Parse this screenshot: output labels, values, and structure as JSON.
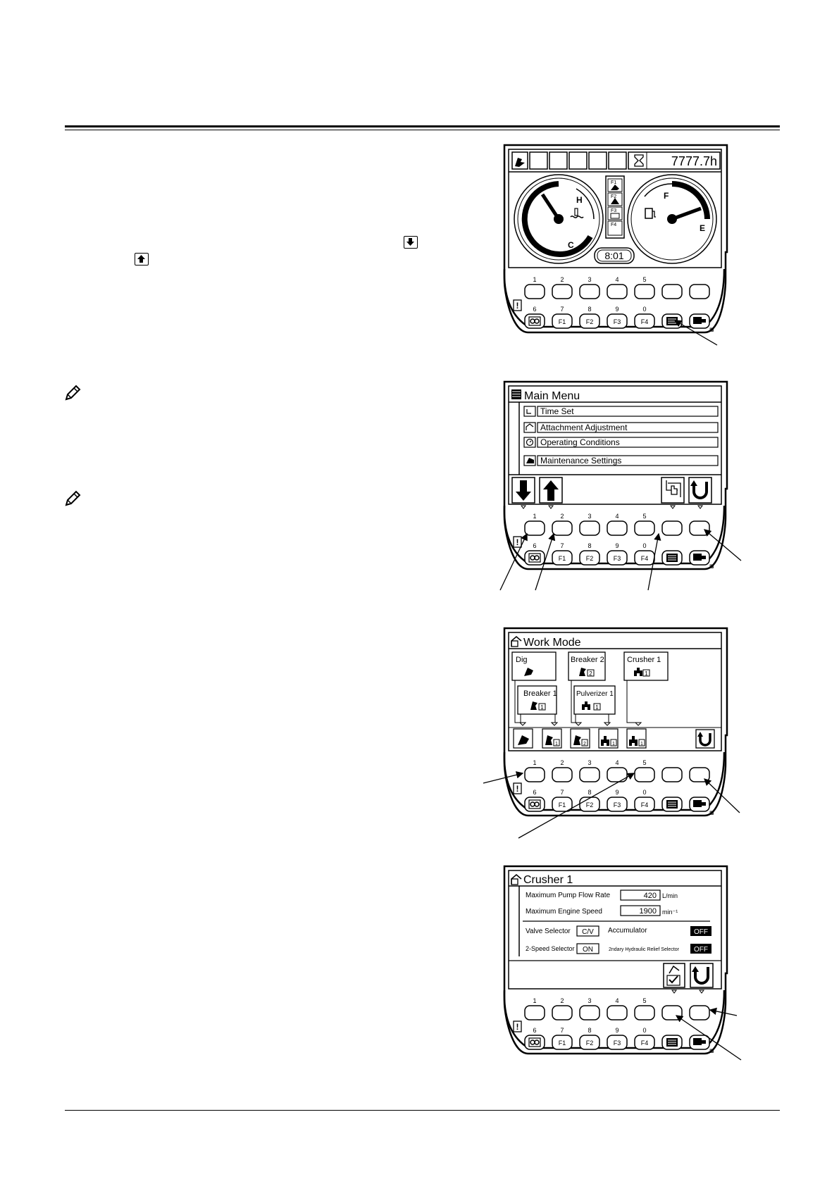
{
  "monitor1": {
    "hour_meter": "7777.7h",
    "clock": "8:01",
    "temp_high": "H",
    "temp_cold": "C",
    "fuel_full": "F",
    "fuel_empty": "E",
    "fkeys": [
      "F1",
      "F2",
      "F3",
      "F4"
    ]
  },
  "keypad": {
    "num_top": [
      "1",
      "2",
      "3",
      "4",
      "5"
    ],
    "num_bottom": [
      "6",
      "7",
      "8",
      "9",
      "0"
    ],
    "fkeys": [
      "F1",
      "F2",
      "F3",
      "F4"
    ]
  },
  "main_menu": {
    "title": "Main Menu",
    "items": [
      "Time Set",
      "Attachment Adjustment",
      "Operating Conditions",
      "Maintenance Settings"
    ]
  },
  "work_mode": {
    "title": "Work Mode",
    "modes": [
      "Dig",
      "Breaker 2",
      "Crusher 1",
      "Breaker 1",
      "Pulverizer 1"
    ],
    "badges": [
      "1",
      "2",
      "1",
      "1",
      "1"
    ]
  },
  "crusher": {
    "title": "Crusher 1",
    "rows": [
      {
        "label": "Maximum Pump Flow Rate",
        "value": "420",
        "unit": "L/min"
      },
      {
        "label": "Maximum Engine Speed",
        "value": "1900",
        "unit": "min⁻¹"
      }
    ],
    "valve_label": "Valve Selector",
    "valve_value": "C/V",
    "acc_label": "Accumulator",
    "acc_value": "OFF",
    "speed_label": "2-Speed Selector",
    "speed_value": "ON",
    "relief_label": "2ndary Hydraulic Relief Selector",
    "relief_value": "OFF"
  }
}
